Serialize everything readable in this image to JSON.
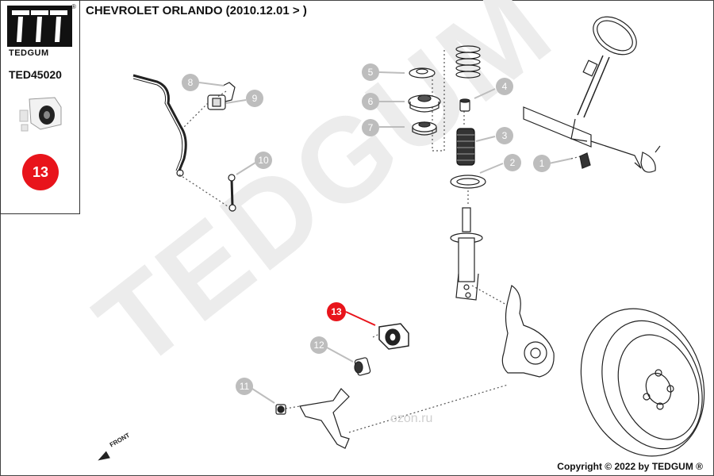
{
  "brand": {
    "name": "TEDGUM",
    "reg_mark": "®"
  },
  "part_code": "TED45020",
  "badge_number": "13",
  "title": "CHEVROLET ORLANDO (2010.12.01 > )",
  "copyright": "Copyright © 2022 by TEDGUM ®",
  "watermark": {
    "word": "TEDGUM",
    "site": "ozon.ru"
  },
  "callouts": [
    "1",
    "2",
    "3",
    "4",
    "5",
    "6",
    "7",
    "8",
    "9",
    "10",
    "11",
    "12",
    "13"
  ],
  "front_label": "FRONT",
  "colors": {
    "accent": "#e8141b",
    "callout": "#bdbdbd",
    "watermark": "#ececec"
  }
}
